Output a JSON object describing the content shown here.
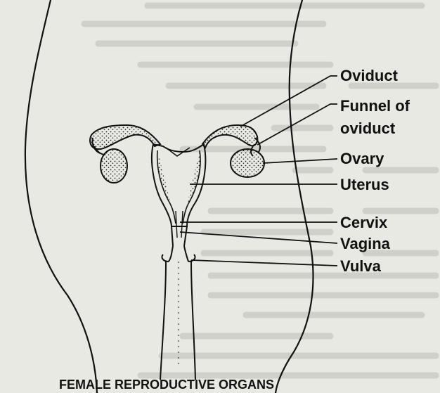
{
  "diagram": {
    "caption": "FEMALE REPRODUCTIVE ORGANS",
    "labels": {
      "oviduct": "Oviduct",
      "funnel_line1": "Funnel of",
      "funnel_line2": "oviduct",
      "ovary": "Ovary",
      "uterus": "Uterus",
      "cervix": "Cervix",
      "vagina": "Vagina",
      "vulva": "Vulva"
    }
  },
  "colors": {
    "ink": "#111111",
    "paper": "#e9e9e4",
    "showthrough": "#b9b9b3"
  }
}
